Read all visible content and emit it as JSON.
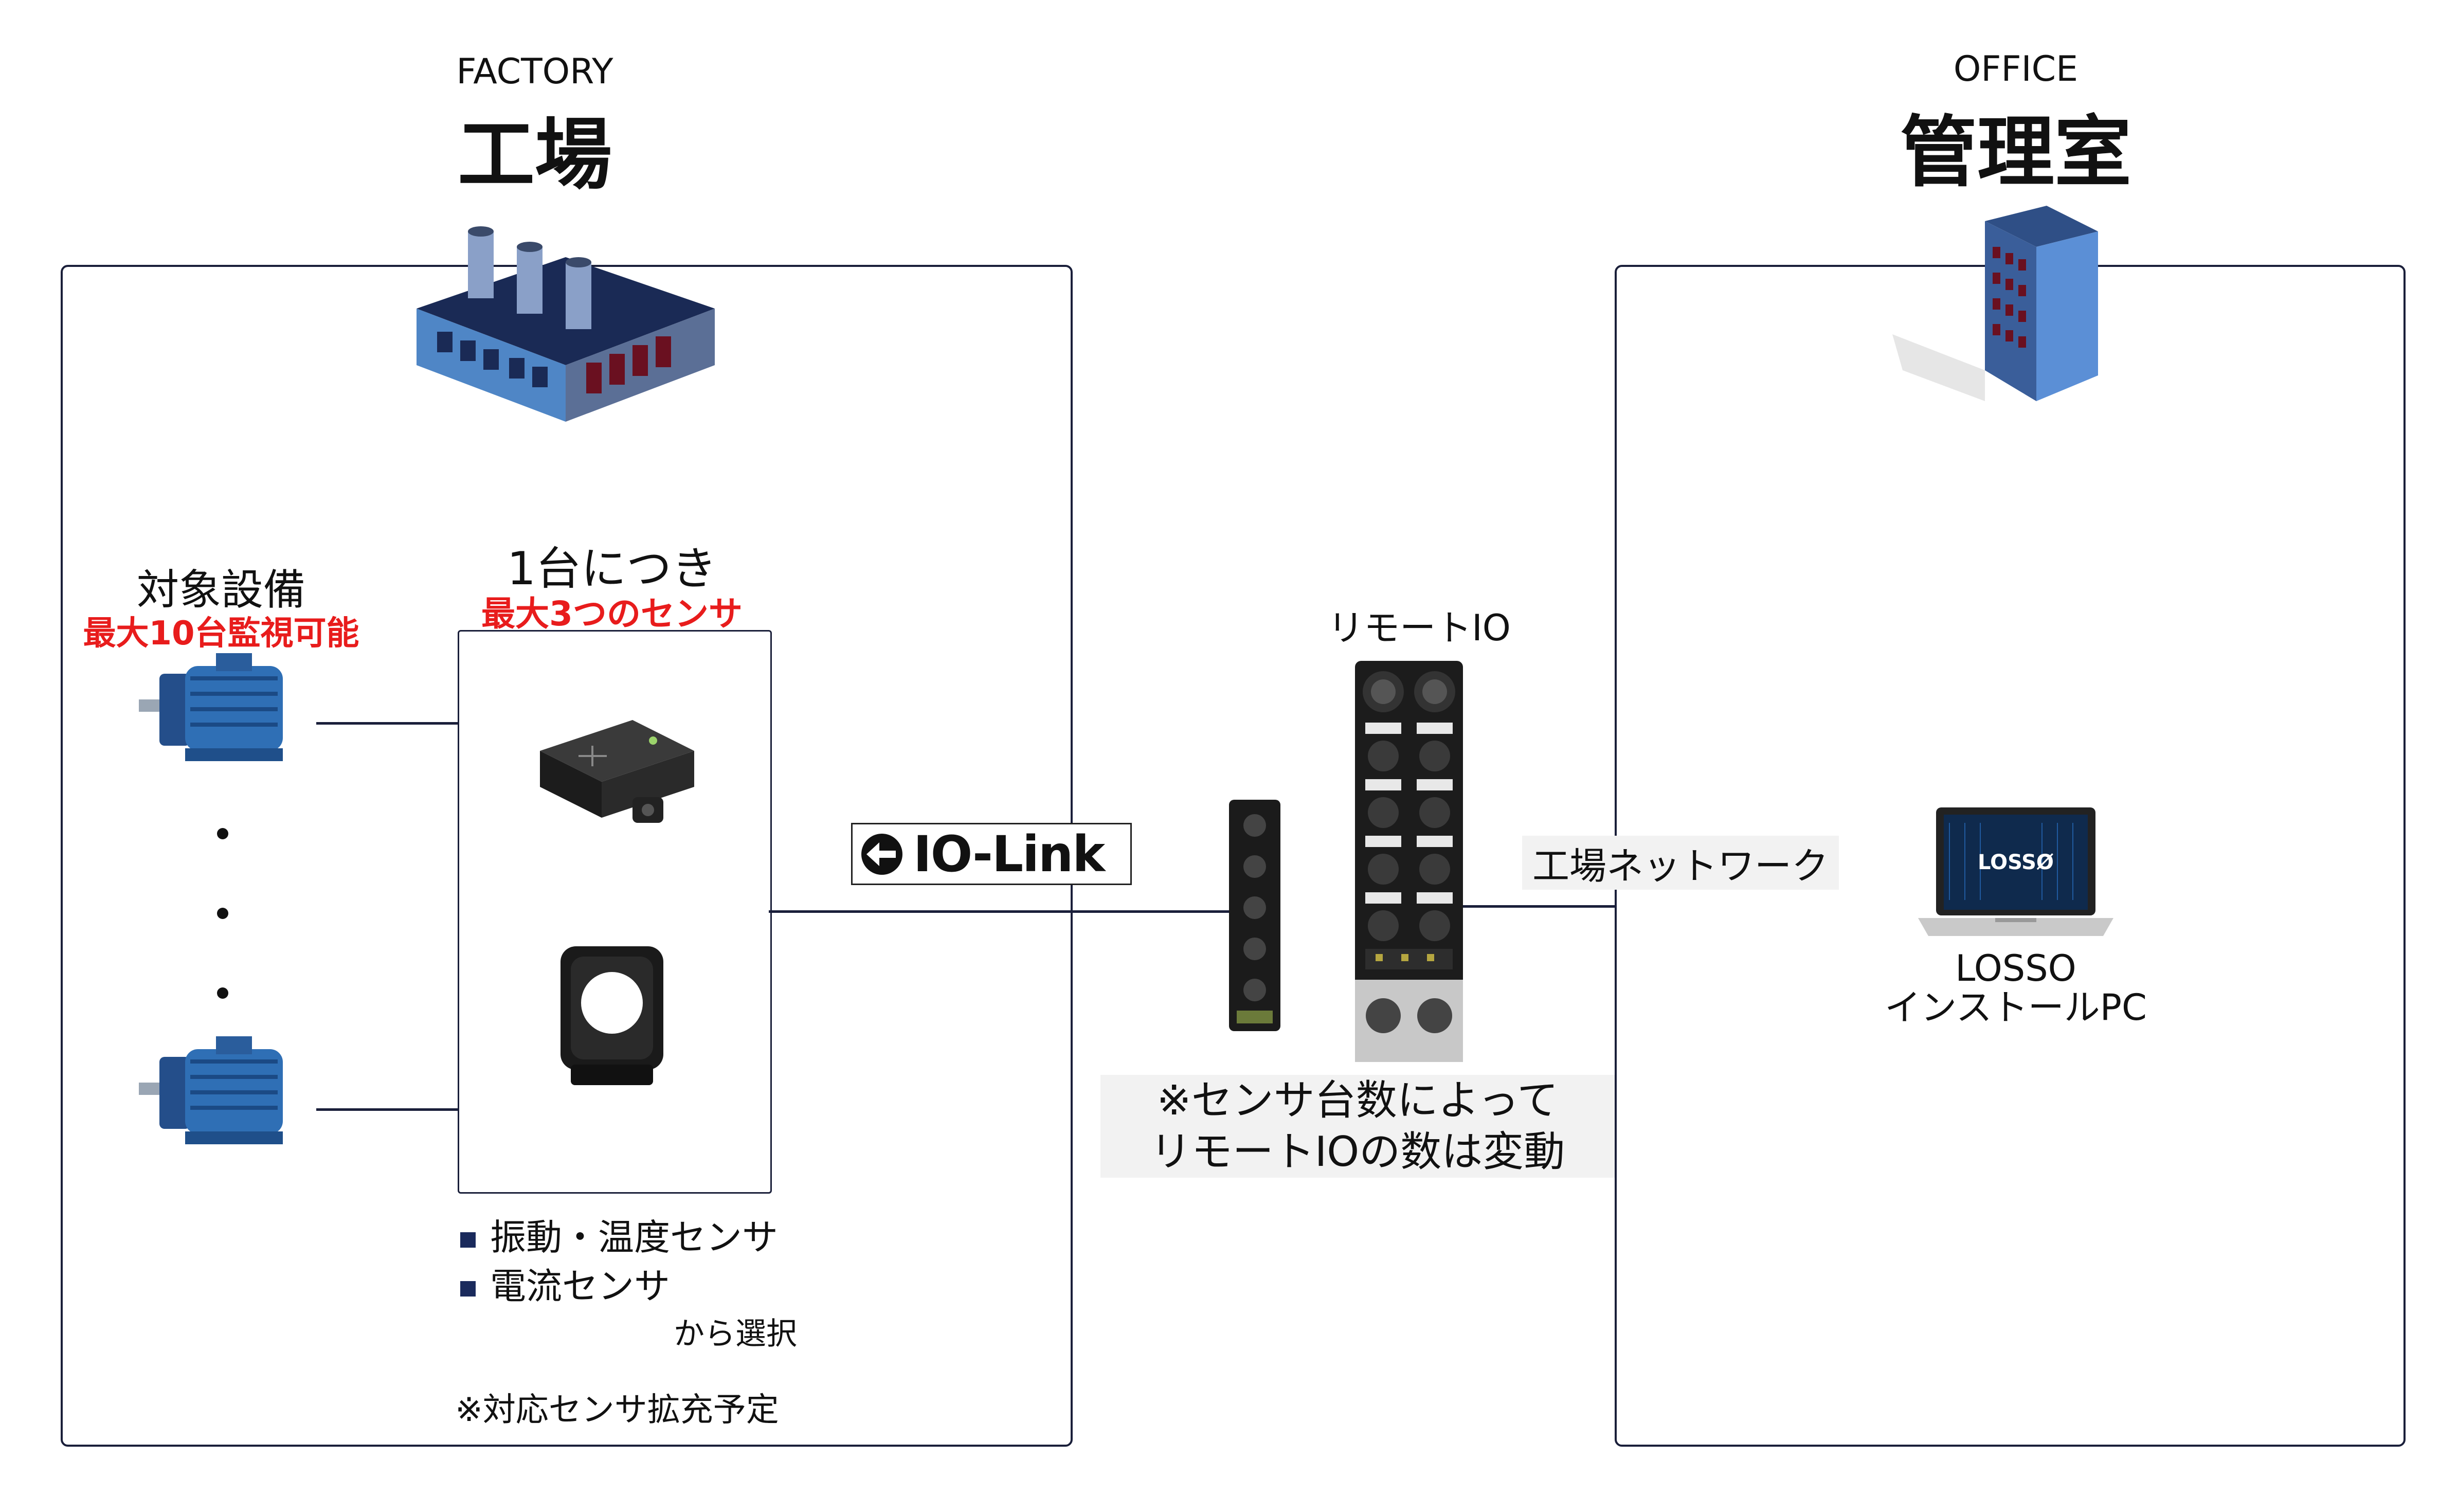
{
  "factory": {
    "en_label": "FACTORY",
    "jp_label": "工場"
  },
  "office": {
    "en_label": "OFFICE",
    "jp_label": "管理室"
  },
  "equipment": {
    "title": "対象設備",
    "limit": "最大10台監視可能"
  },
  "sensors": {
    "title": "1台につき",
    "limit": "最大3つのセンサ",
    "options": [
      "振動・温度センサ",
      "電流センサ"
    ],
    "select_suffix": "から選択",
    "note": "※対応センサ拡充予定"
  },
  "iolink": {
    "label": "IO-Link"
  },
  "remote_io": {
    "title": "リモートIO",
    "note_line1": "※センサ台数によって",
    "note_line2": "リモートIOの数は変動"
  },
  "network": {
    "label": "工場ネットワーク"
  },
  "pc": {
    "screen_logo": "LOSSØ",
    "name_line1": "LOSSO",
    "name_line2": "インストールPC"
  },
  "colors": {
    "line": "#1a1f3a",
    "accent_red": "#e81c1c",
    "motor_blue": "#2f6fb5",
    "building_blue": "#5b8fd6"
  }
}
